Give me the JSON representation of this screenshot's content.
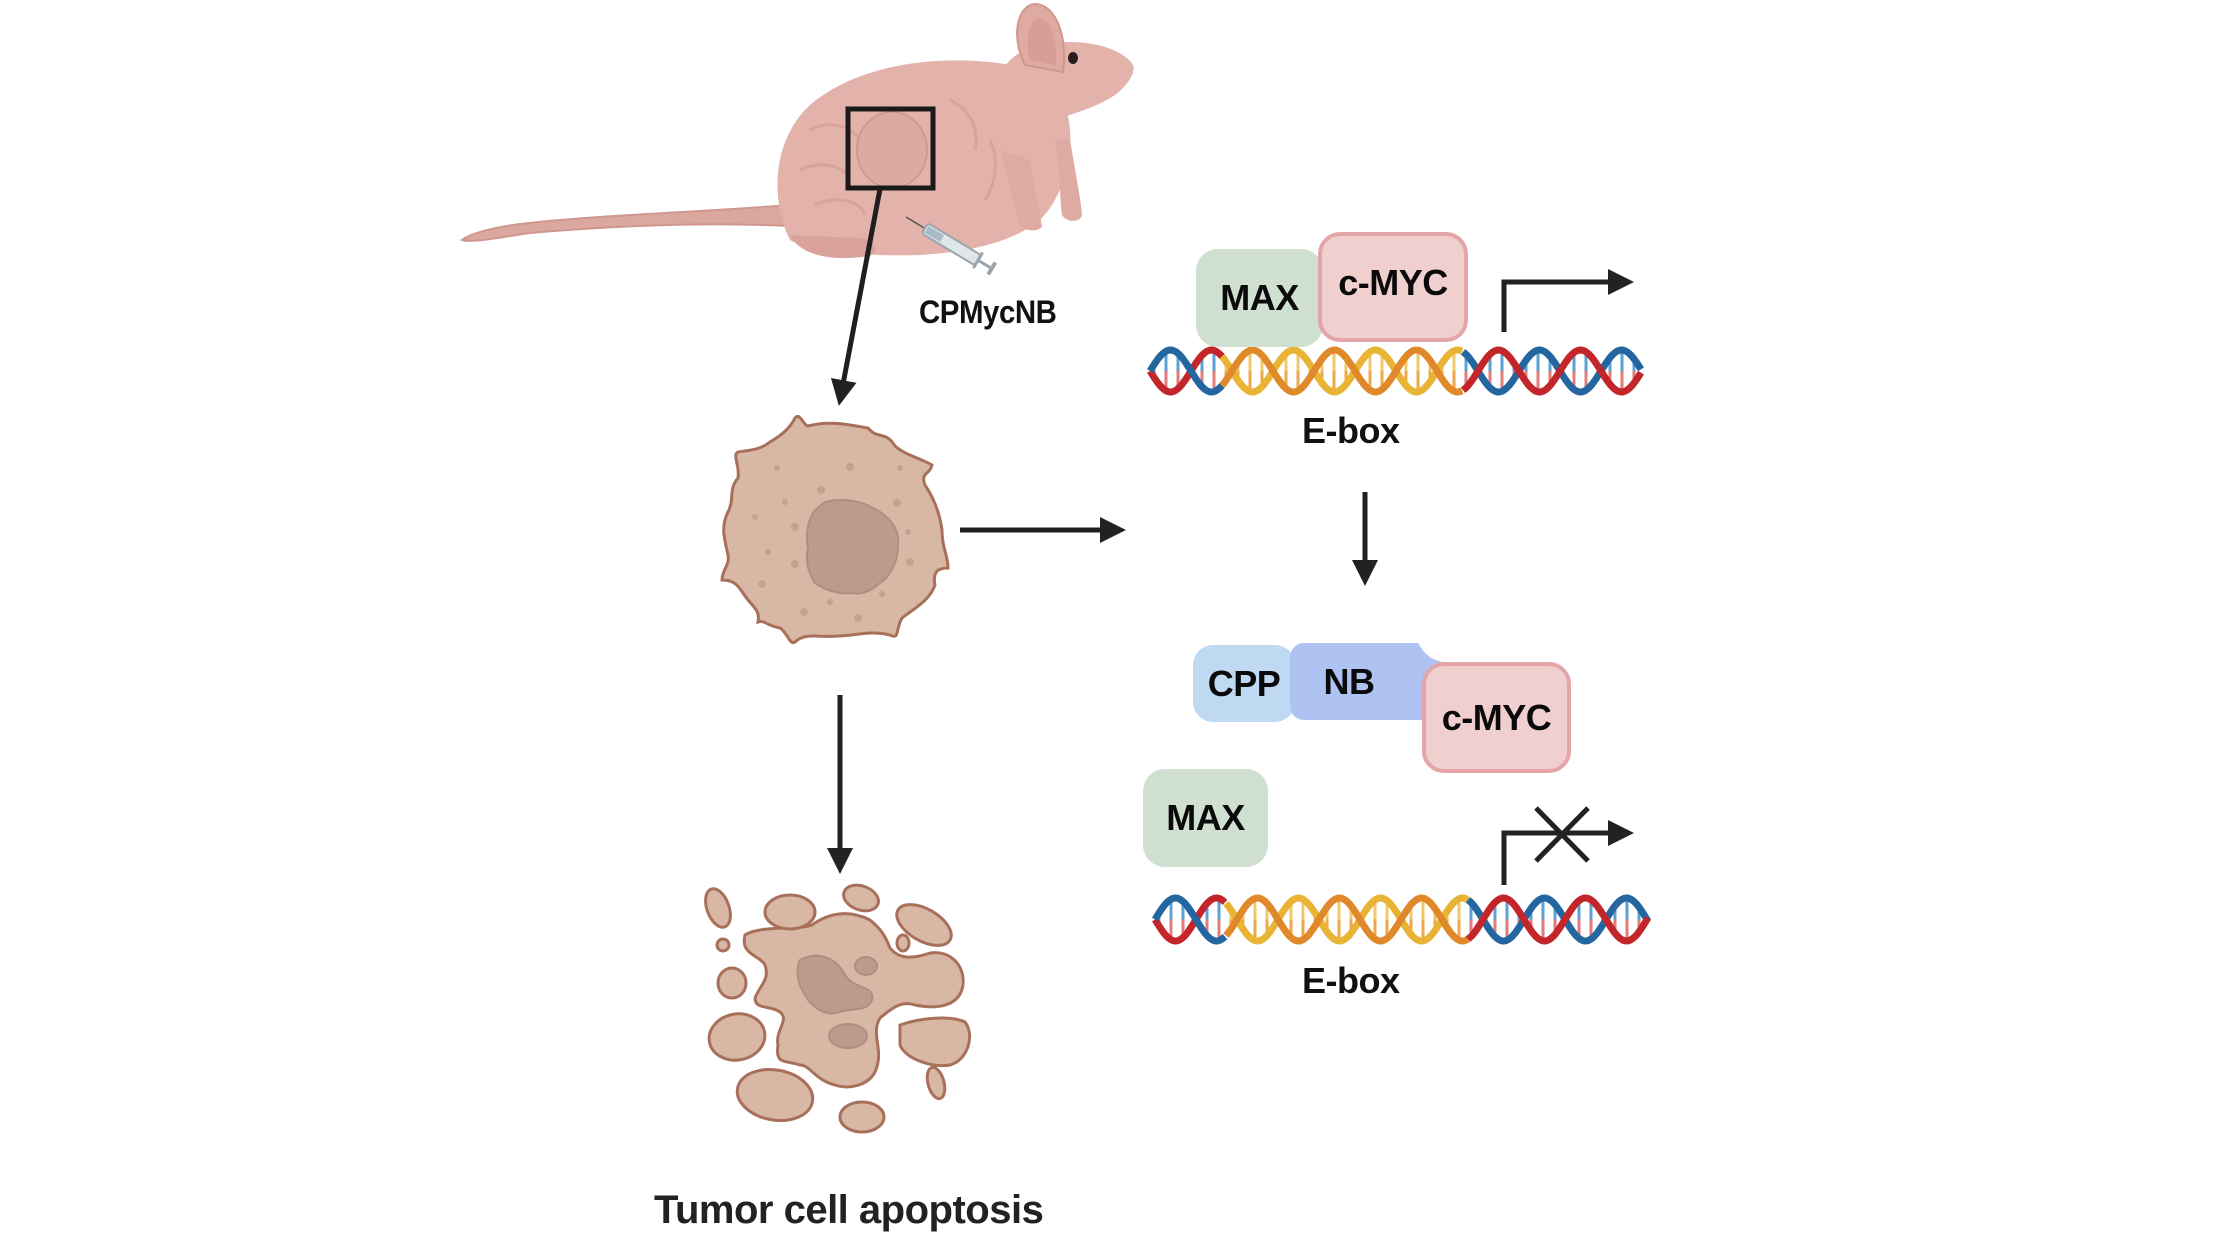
{
  "figure": {
    "injection_label": "CPMycNB",
    "apoptosis_label": "Tumor cell apoptosis"
  },
  "panel_top": {
    "max_label": "MAX",
    "cmyc_label": "c-MYC",
    "ebox_label": "E-box",
    "transcription": "active"
  },
  "panel_bottom": {
    "cpp_label": "CPP",
    "nb_label": "NB",
    "cmyc_label": "c-MYC",
    "max_label": "MAX",
    "ebox_label": "E-box",
    "transcription": "blocked"
  },
  "colors": {
    "max": "#cfdfd0",
    "cmyc_fill": "#f0cfcf",
    "cmyc_border": "#e3a5a8",
    "cpp": "#bfd9f2",
    "nb": "#aec3f2",
    "cell_fill": "#d8b8a5",
    "cell_nucleus": "#bc9a8e",
    "cell_outline": "#a8705a",
    "mouse_skin": "#e3b3ab",
    "dna_red": "#c3262a",
    "dna_blue": "#2466a0",
    "dna_orange": "#e0892a",
    "dna_yellow": "#e9b435",
    "arrow": "#222222"
  }
}
